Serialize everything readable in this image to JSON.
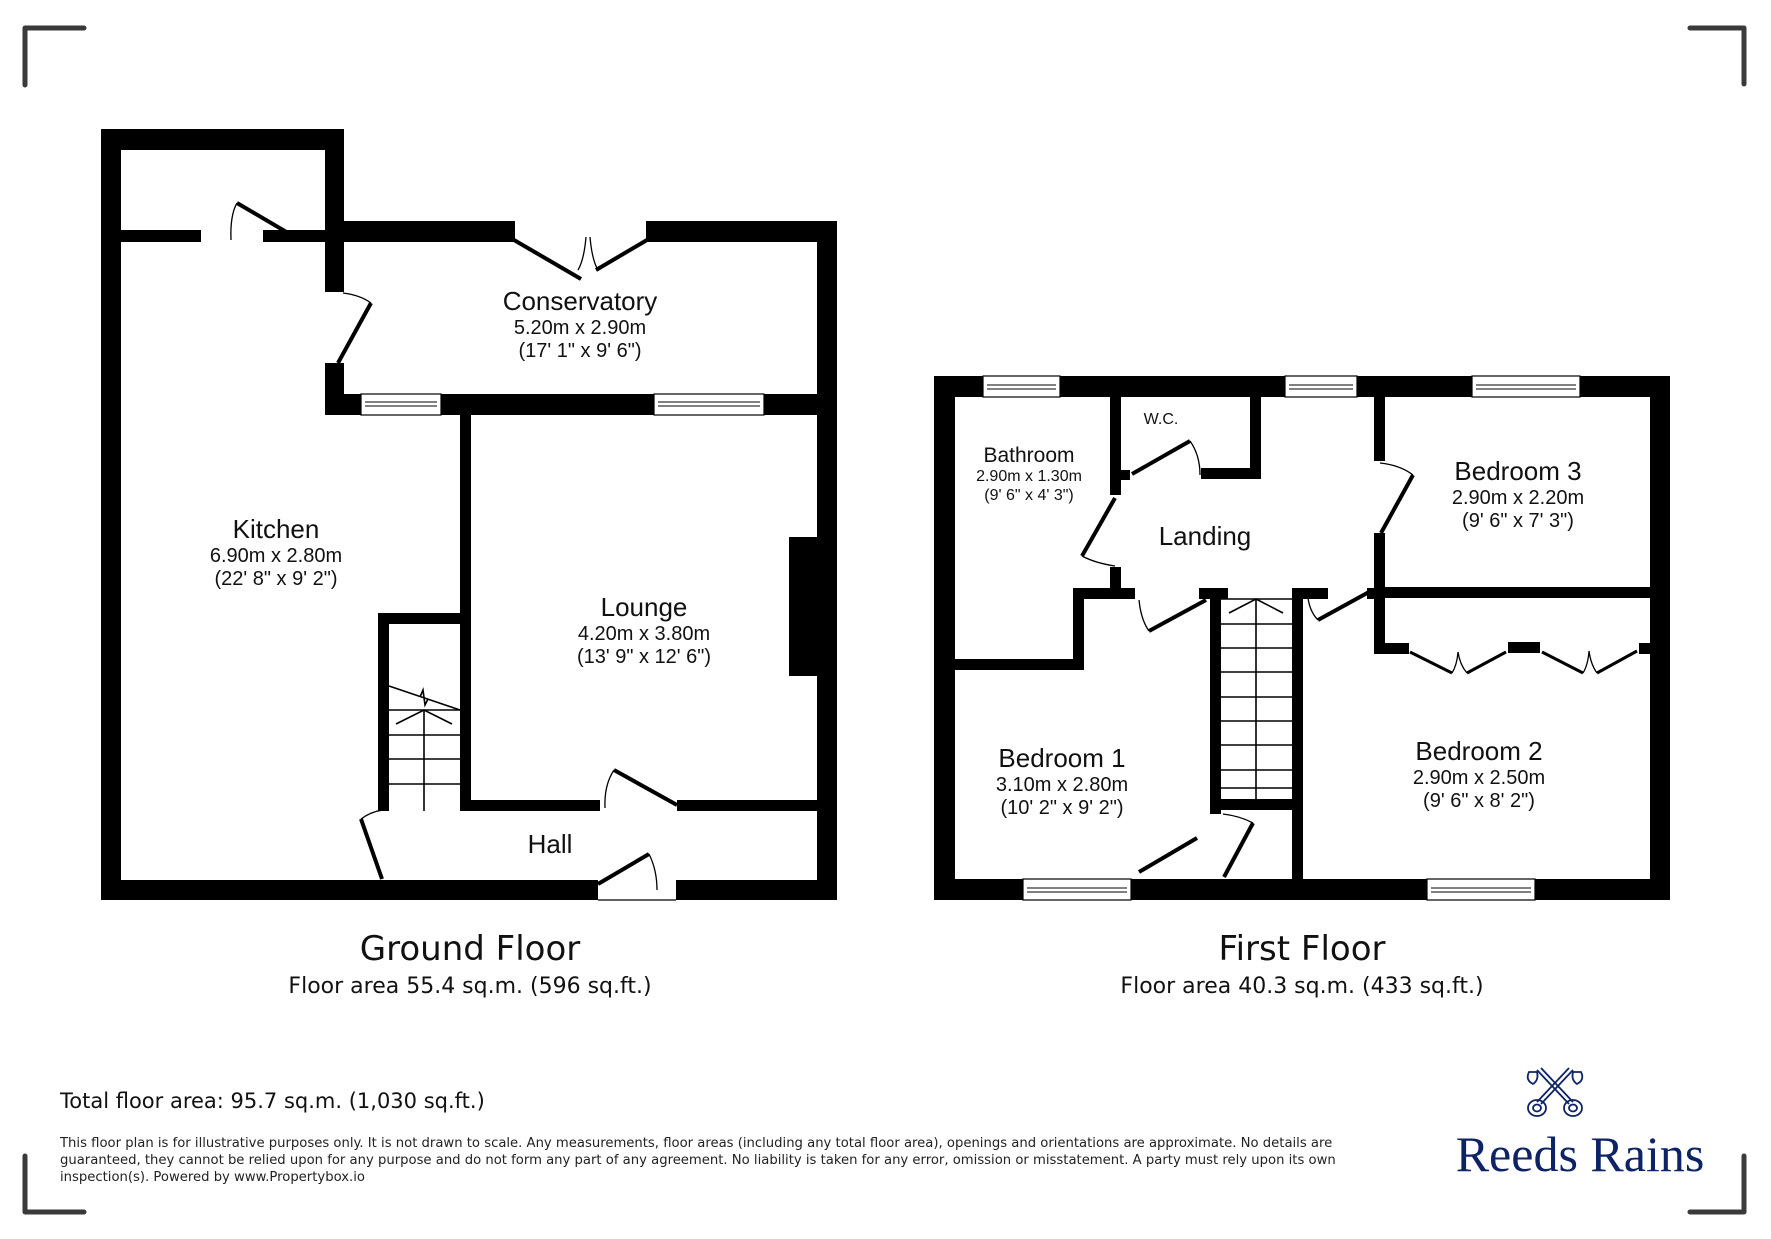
{
  "ground_floor": {
    "title": "Ground Floor",
    "area": "Floor area 55.4 sq.m. (596 sq.ft.)",
    "rooms": [
      {
        "name": "Conservatory",
        "metric": "5.20m x 2.90m",
        "imperial": "(17' 1\" x 9' 6\")"
      },
      {
        "name": "Kitchen",
        "metric": "6.90m x 2.80m",
        "imperial": "(22' 8\" x 9' 2\")"
      },
      {
        "name": "Lounge",
        "metric": "4.20m x 3.80m",
        "imperial": "(13' 9\" x 12' 6\")"
      },
      {
        "name": "Hall"
      }
    ]
  },
  "first_floor": {
    "title": "First Floor",
    "area": "Floor area 40.3 sq.m. (433 sq.ft.)",
    "rooms": [
      {
        "name": "Bathroom",
        "metric": "2.90m x 1.30m",
        "imperial": "(9' 6\" x 4' 3\")"
      },
      {
        "name": "W.C."
      },
      {
        "name": "Landing"
      },
      {
        "name": "Bedroom 3",
        "metric": "2.90m x 2.20m",
        "imperial": "(9' 6\" x 7' 3\")"
      },
      {
        "name": "Bedroom 1",
        "metric": "3.10m x 2.80m",
        "imperial": "(10' 2\" x 9' 2\")"
      },
      {
        "name": "Bedroom 2",
        "metric": "2.90m x 2.50m",
        "imperial": "(9' 6\" x 8' 2\")"
      }
    ]
  },
  "footer": {
    "total_area": "Total floor area: 95.7 sq.m. (1,030 sq.ft.)",
    "disclaimer": "This floor plan is for illustrative purposes only. It is not drawn to scale. Any measurements, floor areas (including any total floor area), openings and orientations are approximate. No details are guaranteed, they cannot be relied upon for any purpose and do not form any part of any agreement. No liability is taken for any error, omission or misstatement. A party must rely upon its own inspection(s). Powered by www.Propertybox.io"
  },
  "brand": {
    "name": "Reeds Rains",
    "icon": "crossed-keys-icon",
    "color": "#0d2366"
  },
  "colors": {
    "wall": "#000000",
    "corner_marks": "#3a3a3a",
    "background": "#ffffff"
  }
}
